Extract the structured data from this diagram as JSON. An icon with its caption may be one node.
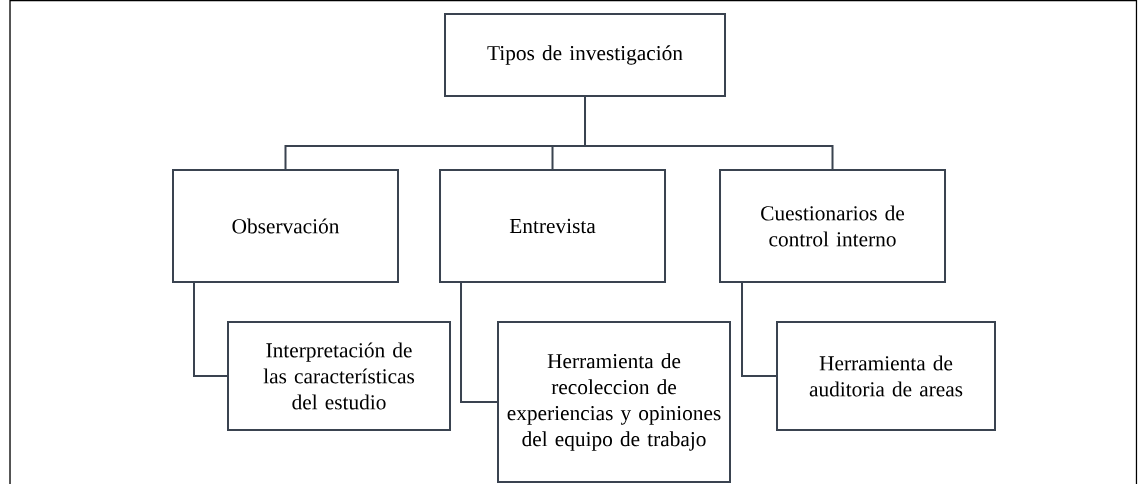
{
  "diagram": {
    "nodes": [
      {
        "text": [
          "Tipos de investigación"
        ]
      },
      {
        "text": [
          "Observación"
        ]
      },
      {
        "text": [
          "Entrevista"
        ]
      },
      {
        "text": [
          "Cuestionarios de control interno"
        ]
      },
      {
        "text": [
          "Interpretación de las características del estudio"
        ]
      },
      {
        "text": [
          "Herramienta de recoleccion de experiencias y opiniones del equipo de trabajo"
        ]
      },
      {
        "text": [
          "Herramienta de auditoria de areas"
        ]
      }
    ],
    "edges": [
      {
        "from": 0,
        "to": 1,
        "arrow": "none"
      },
      {
        "from": 0,
        "to": 2,
        "arrow": "none"
      },
      {
        "from": 0,
        "to": 3,
        "arrow": "none"
      },
      {
        "from": 1,
        "to": 4,
        "arrow": "none"
      },
      {
        "from": 2,
        "to": 5,
        "arrow": "none"
      },
      {
        "from": 3,
        "to": 6,
        "arrow": "none"
      }
    ]
  }
}
